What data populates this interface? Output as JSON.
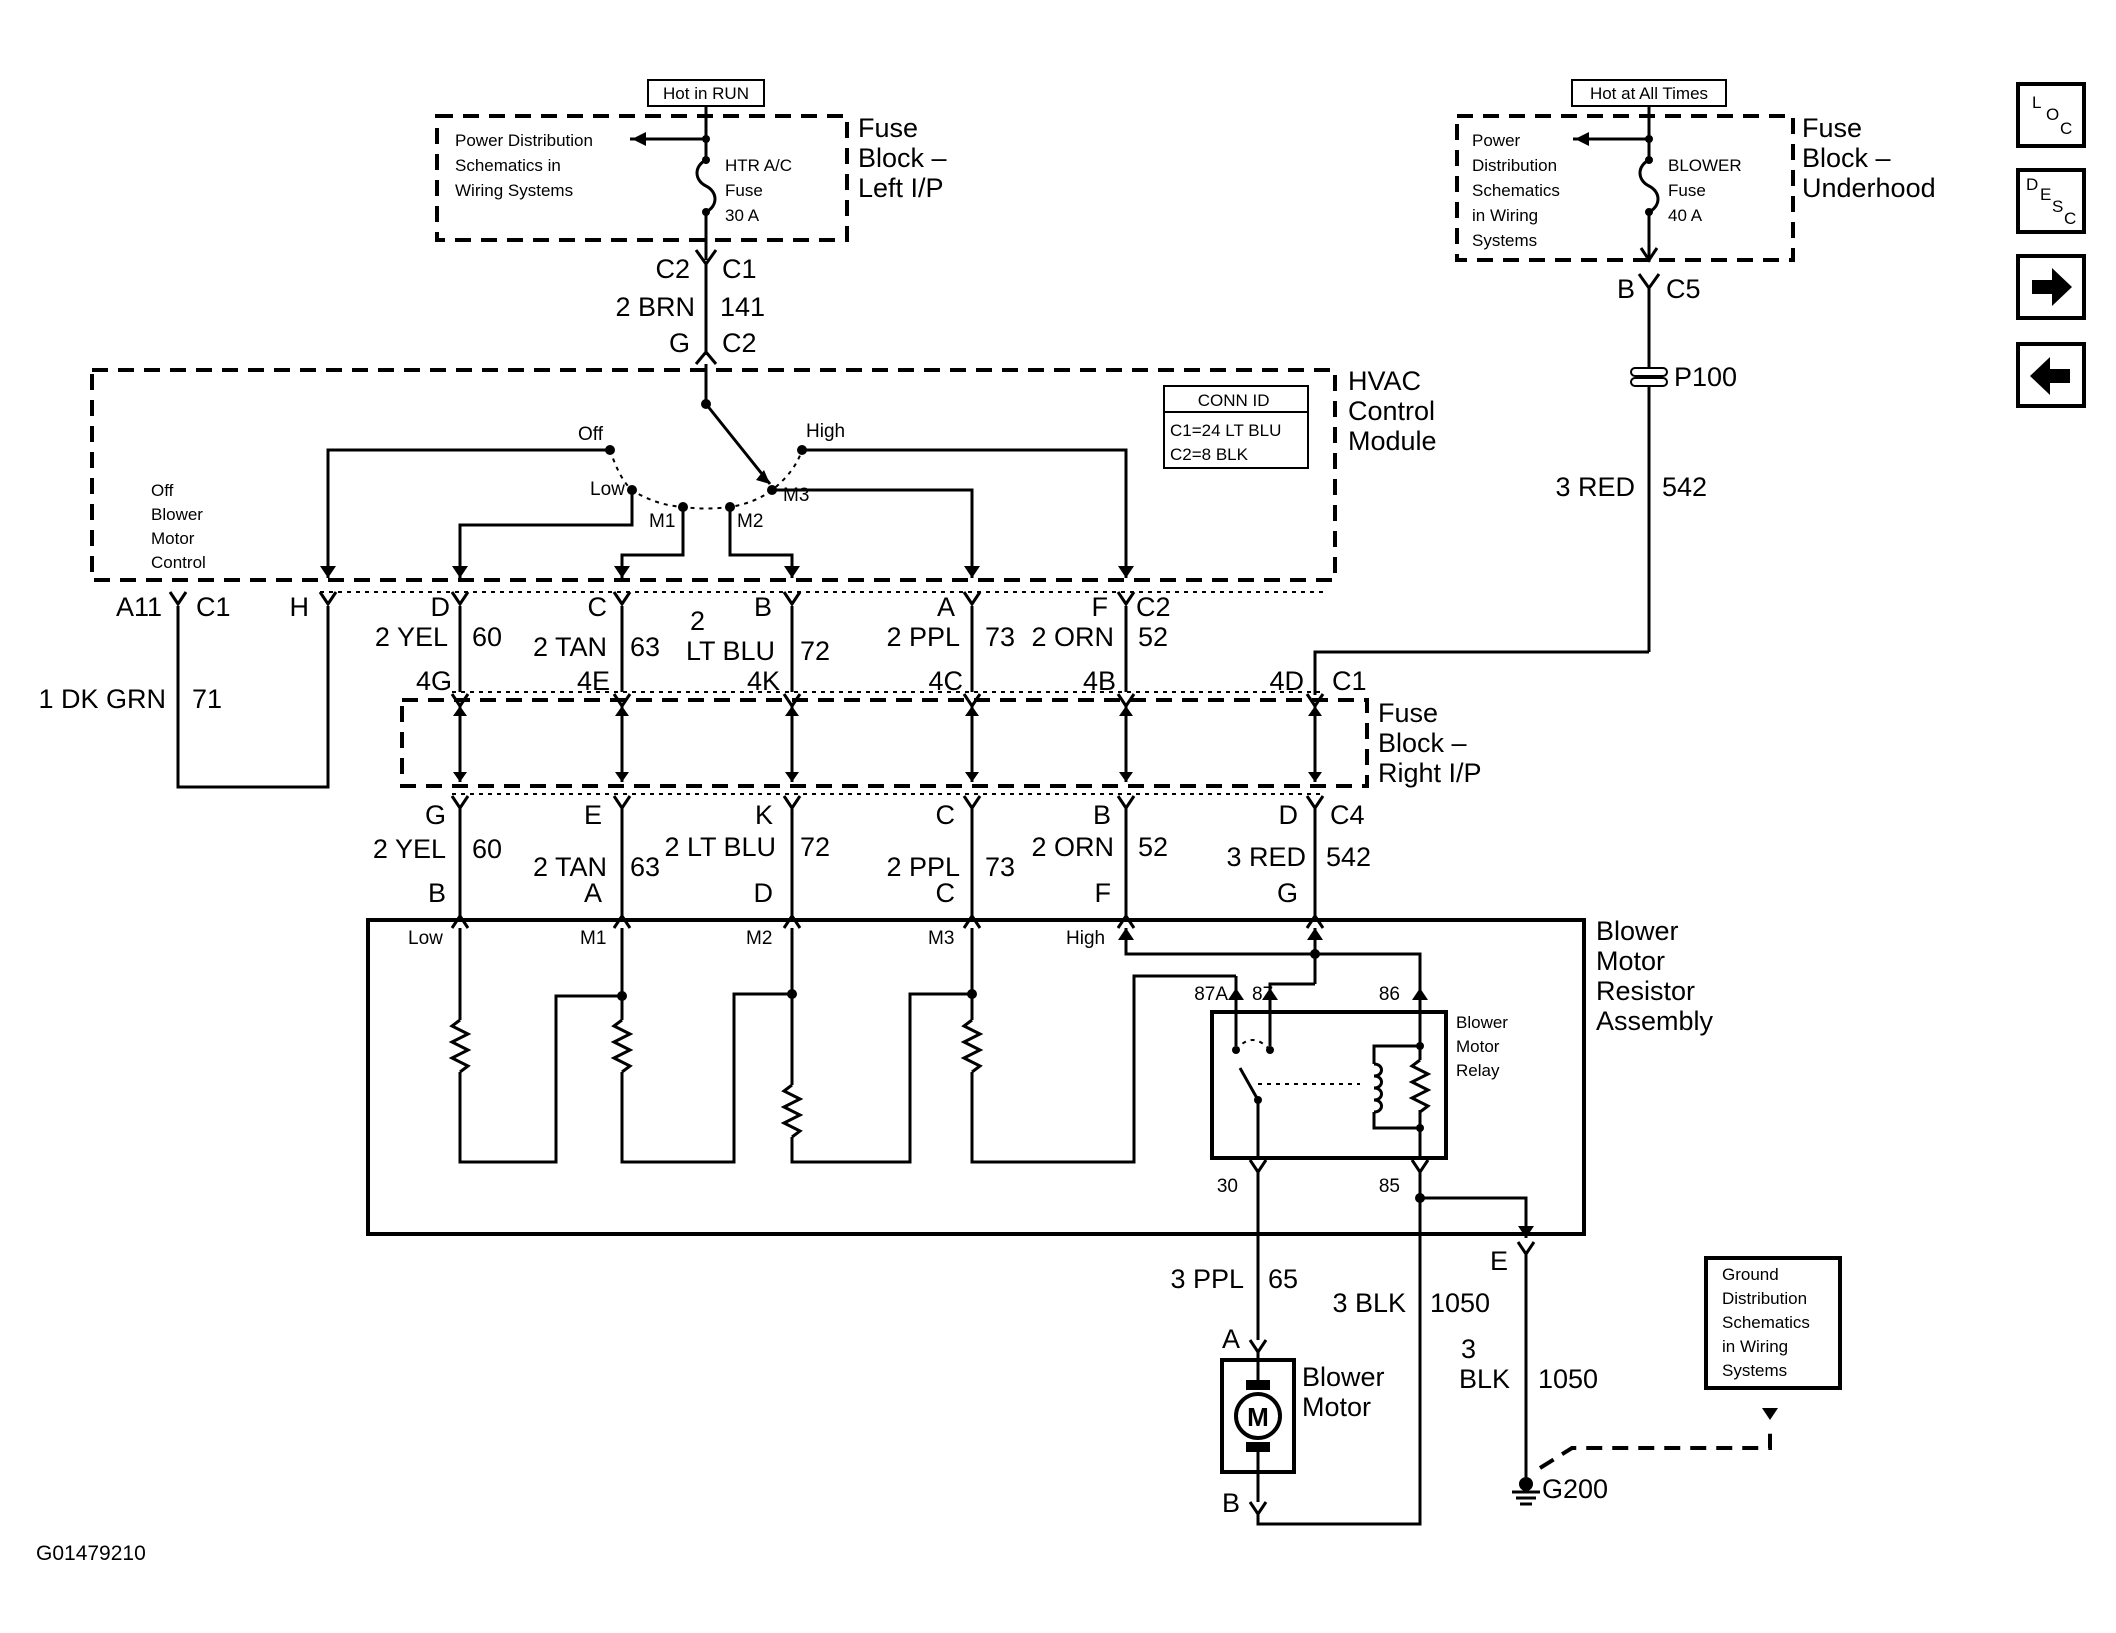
{
  "labels": {
    "hot_run": "Hot in RUN",
    "hot_all": "Hot at All Times",
    "pd_left": [
      "Power Distribution",
      "Schematics in",
      "Wiring Systems"
    ],
    "pd_right": [
      "Power",
      "Distribution",
      "Schematics",
      "in Wiring",
      "Systems"
    ],
    "htr_fuse": [
      "HTR A/C",
      "Fuse",
      "30 A"
    ],
    "blower_fuse": [
      "BLOWER",
      "Fuse",
      "40 A"
    ],
    "fuse_left": [
      "Fuse",
      "Block –",
      "Left I/P"
    ],
    "fuse_under": [
      "Fuse",
      "Block –",
      "Underhood"
    ],
    "fuse_right": [
      "Fuse",
      "Block –",
      "Right I/P"
    ],
    "hvac": [
      "HVAC",
      "Control",
      "Module"
    ],
    "conn_id": [
      "CONN ID",
      "C1=24 LT BLU",
      "C2=8 BLK"
    ],
    "off_blower": [
      "Off",
      "Blower",
      "Motor",
      "Control"
    ],
    "sw_off": "Off",
    "sw_low": "Low",
    "sw_high": "High",
    "sw_m1": "M1",
    "sw_m2": "M2",
    "sw_m3": "M3",
    "resistor": [
      "Blower",
      "Motor",
      "Resistor",
      "Assembly"
    ],
    "relay": [
      "Blower",
      "Motor",
      "Relay"
    ],
    "blower_motor": [
      "Blower",
      "Motor"
    ],
    "motor_m": "M",
    "ground": [
      "Ground",
      "Distribution",
      "Schematics",
      "in Wiring",
      "Systems"
    ],
    "fig_id": "G01479210",
    "c2": "C2",
    "c1": "C1",
    "brn": "2 BRN",
    "n141": "141",
    "g": "G",
    "b": "B",
    "c5": "C5",
    "p100": "P100",
    "red3": "3 RED",
    "n542": "542",
    "a11": "A11",
    "h": "H",
    "dkgrn": "1 DK GRN",
    "n71": "71",
    "d": "D",
    "yel2": "2 YEL",
    "n60": "60",
    "g4": "4G",
    "c": "C",
    "tan2": "2 TAN",
    "n63": "63",
    "e4": "4E",
    "ltblu_2": "2",
    "ltblu_rest": "LT BLU",
    "n72": "72",
    "k4": "4K",
    "a": "A",
    "ppl2": "2 PPL",
    "n73": "73",
    "c4c": "4C",
    "f": "F",
    "orn2": "2 ORN",
    "n52": "52",
    "b4": "4B",
    "d4": "4D",
    "e": "E",
    "k": "K",
    "c4": "C4",
    "ltblu2": "2 LT BLU",
    "ppl3": "3 PPL",
    "n65": "65",
    "blk3": "3 BLK",
    "n1050": "1050",
    "n3": "3",
    "blk": "BLK",
    "g200": "G200",
    "r_low": "Low",
    "r_m1": "M1",
    "r_m2": "M2",
    "r_m3": "M3",
    "r_high": "High",
    "p87a": "87A",
    "p87": "87",
    "p86": "86",
    "p30": "30",
    "p85": "85"
  },
  "nav": {
    "loc_l": "L",
    "loc_o": "O",
    "loc_c": "C",
    "desc_d": "D",
    "desc_e": "E",
    "desc_s": "S",
    "desc_c": "C",
    "fwd": "→",
    "back": "←"
  }
}
